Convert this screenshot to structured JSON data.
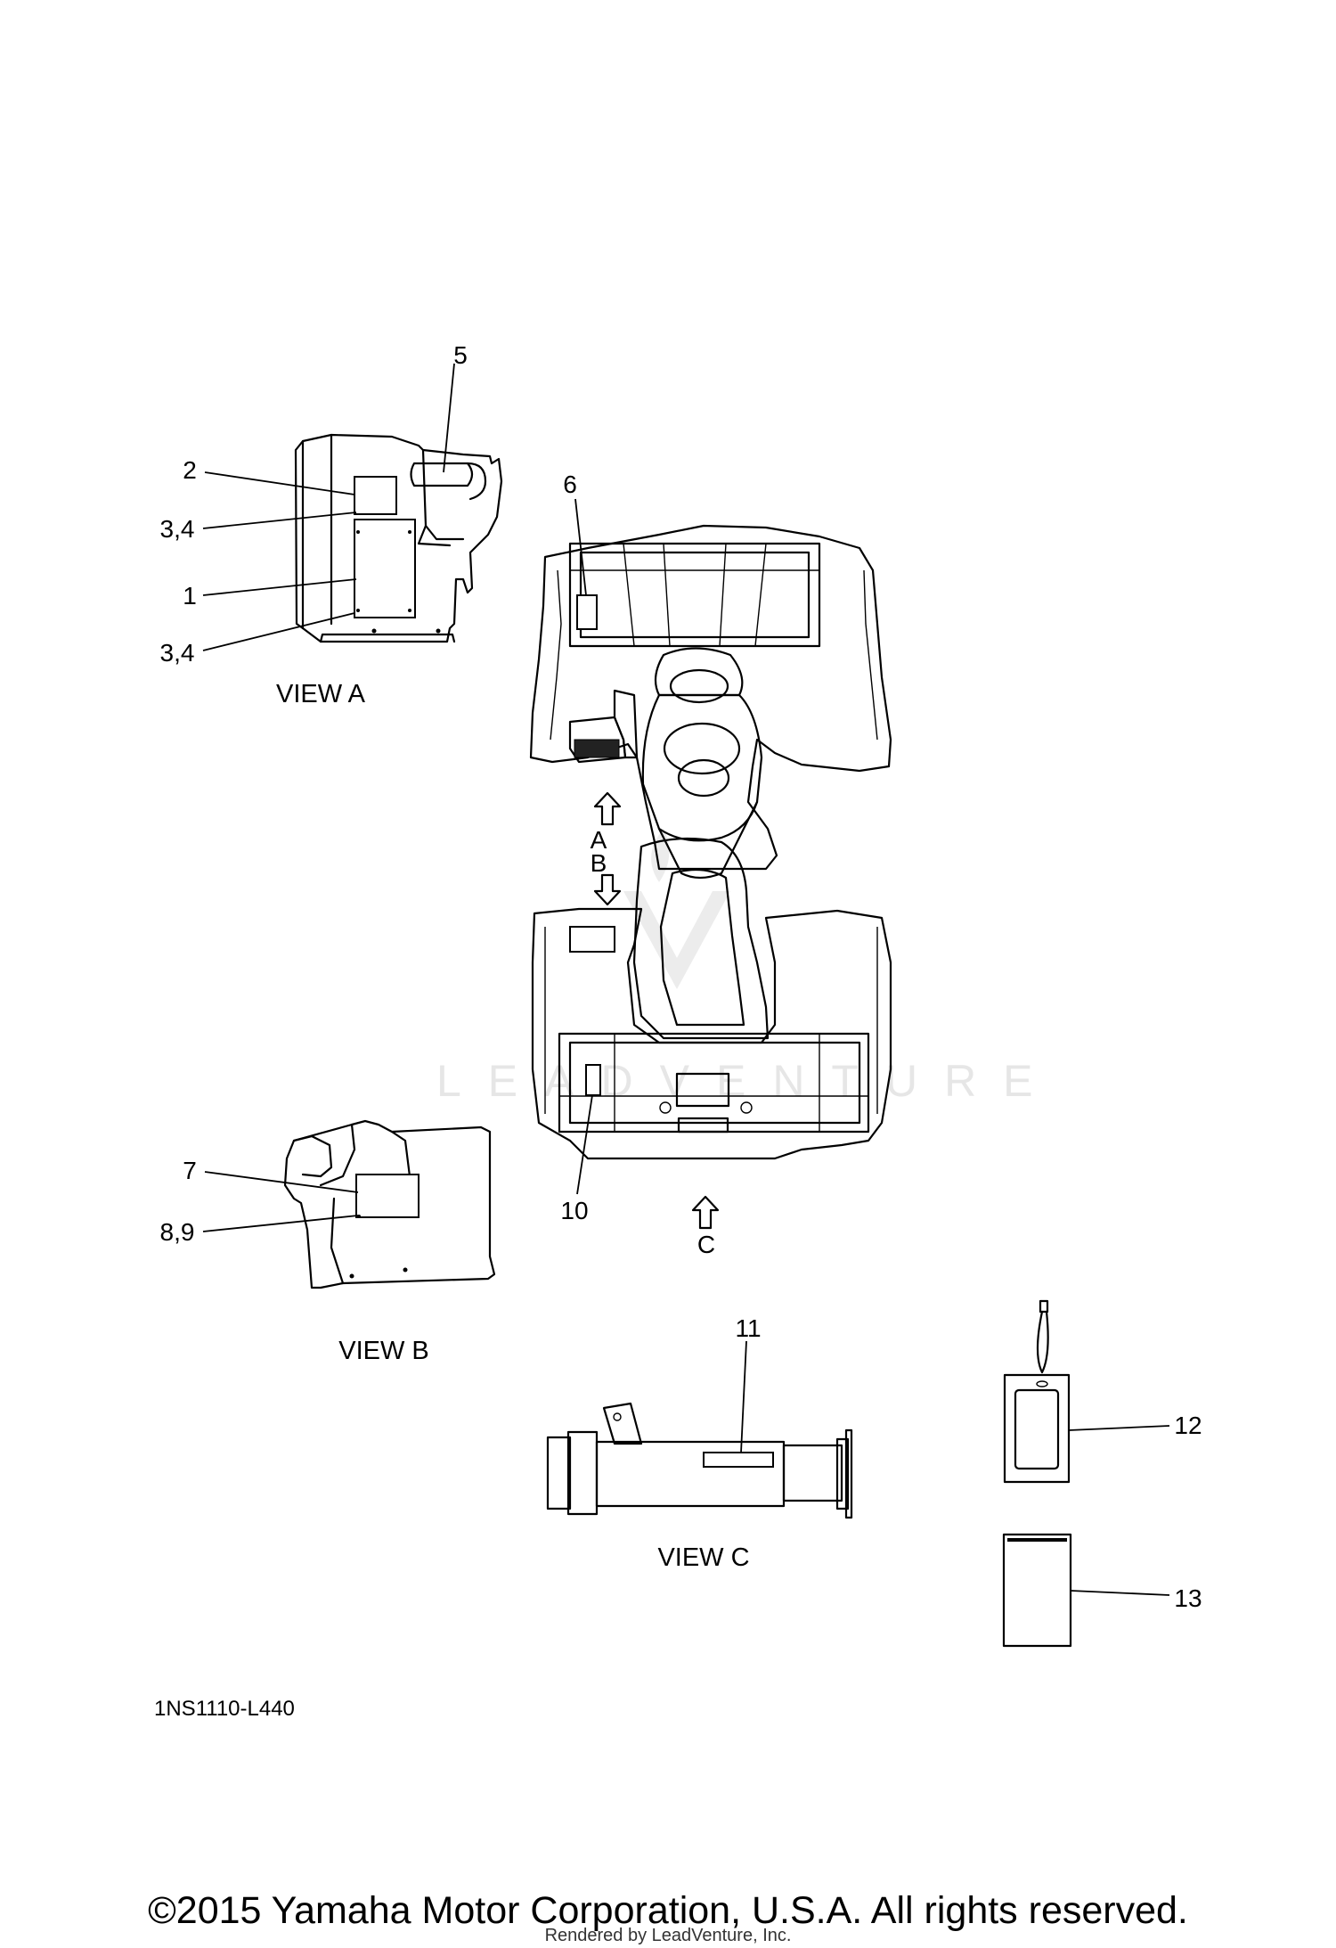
{
  "callouts": {
    "c1": "1",
    "c2": "2",
    "c34a": "3,4",
    "c34b": "3,4",
    "c5": "5",
    "c6": "6",
    "c7": "7",
    "c89": "8,9",
    "c10": "10",
    "c11": "11",
    "c12": "12",
    "c13": "13"
  },
  "views": {
    "view_a": "VIEW A",
    "view_b": "VIEW B",
    "view_c": "VIEW C"
  },
  "arrows": {
    "a": "A",
    "b": "B",
    "c": "C"
  },
  "watermark": "LEADVENTURE",
  "diagram_ref": "1NS1110-L440",
  "copyright": "©2015 Yamaha Motor Corporation, U.S.A. All rights reserved.",
  "rendered_by": "Rendered by LeadVenture, Inc."
}
